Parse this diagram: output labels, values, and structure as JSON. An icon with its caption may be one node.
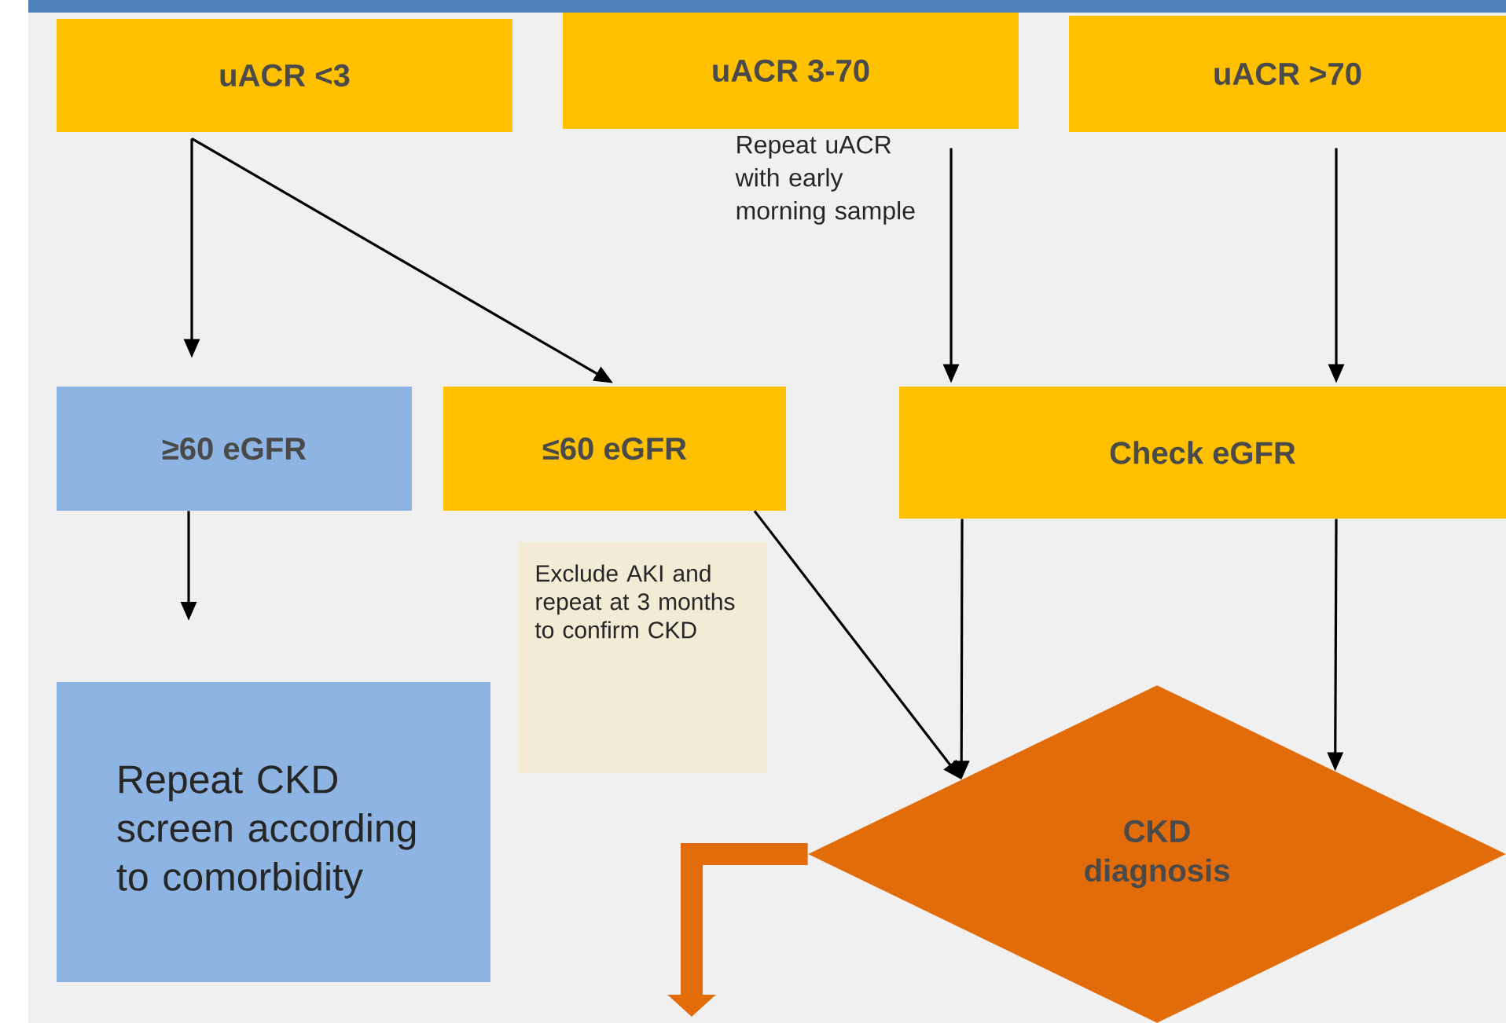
{
  "diagram": {
    "nodes": [
      {
        "text": [
          "uACR <3"
        ]
      },
      {
        "text": [
          "uACR 3-70"
        ]
      },
      {
        "text": [
          "uACR >70"
        ]
      },
      {
        "text": [
          "≥60 eGFR"
        ]
      },
      {
        "text": [
          "≤**60** eGFR"
        ]
      },
      {
        "text": [
          "Check eGFR"
        ]
      },
      {
        "text": [
          "Exclude AKI and repeat at 3 months to confirm CKD"
        ]
      },
      {
        "text": [
          "Repeat CKD screen according to comorbidity"
        ]
      },
      {
        "text": [
          "CKD diagnosis"
        ]
      }
    ],
    "edges": [
      {
        "from": 0,
        "to": 3,
        "arrow": "to"
      },
      {
        "from": 0,
        "to": 4,
        "arrow": "to"
      },
      {
        "from": 1,
        "to": 5,
        "arrow": "to",
        "label": "Repeat uACR with early morning sample"
      },
      {
        "from": 2,
        "to": 5,
        "arrow": "to"
      },
      {
        "from": 3,
        "to": null,
        "arrow": "to"
      },
      {
        "from": 4,
        "to": 8,
        "arrow": "to"
      },
      {
        "from": 5,
        "to": 8,
        "arrow": "to"
      },
      {
        "from": 5,
        "to": 8,
        "arrow": "to"
      },
      {
        "from": 8,
        "to": null,
        "arrow": "to",
        "style": "thick",
        "color": "#e36c0a"
      }
    ]
  }
}
